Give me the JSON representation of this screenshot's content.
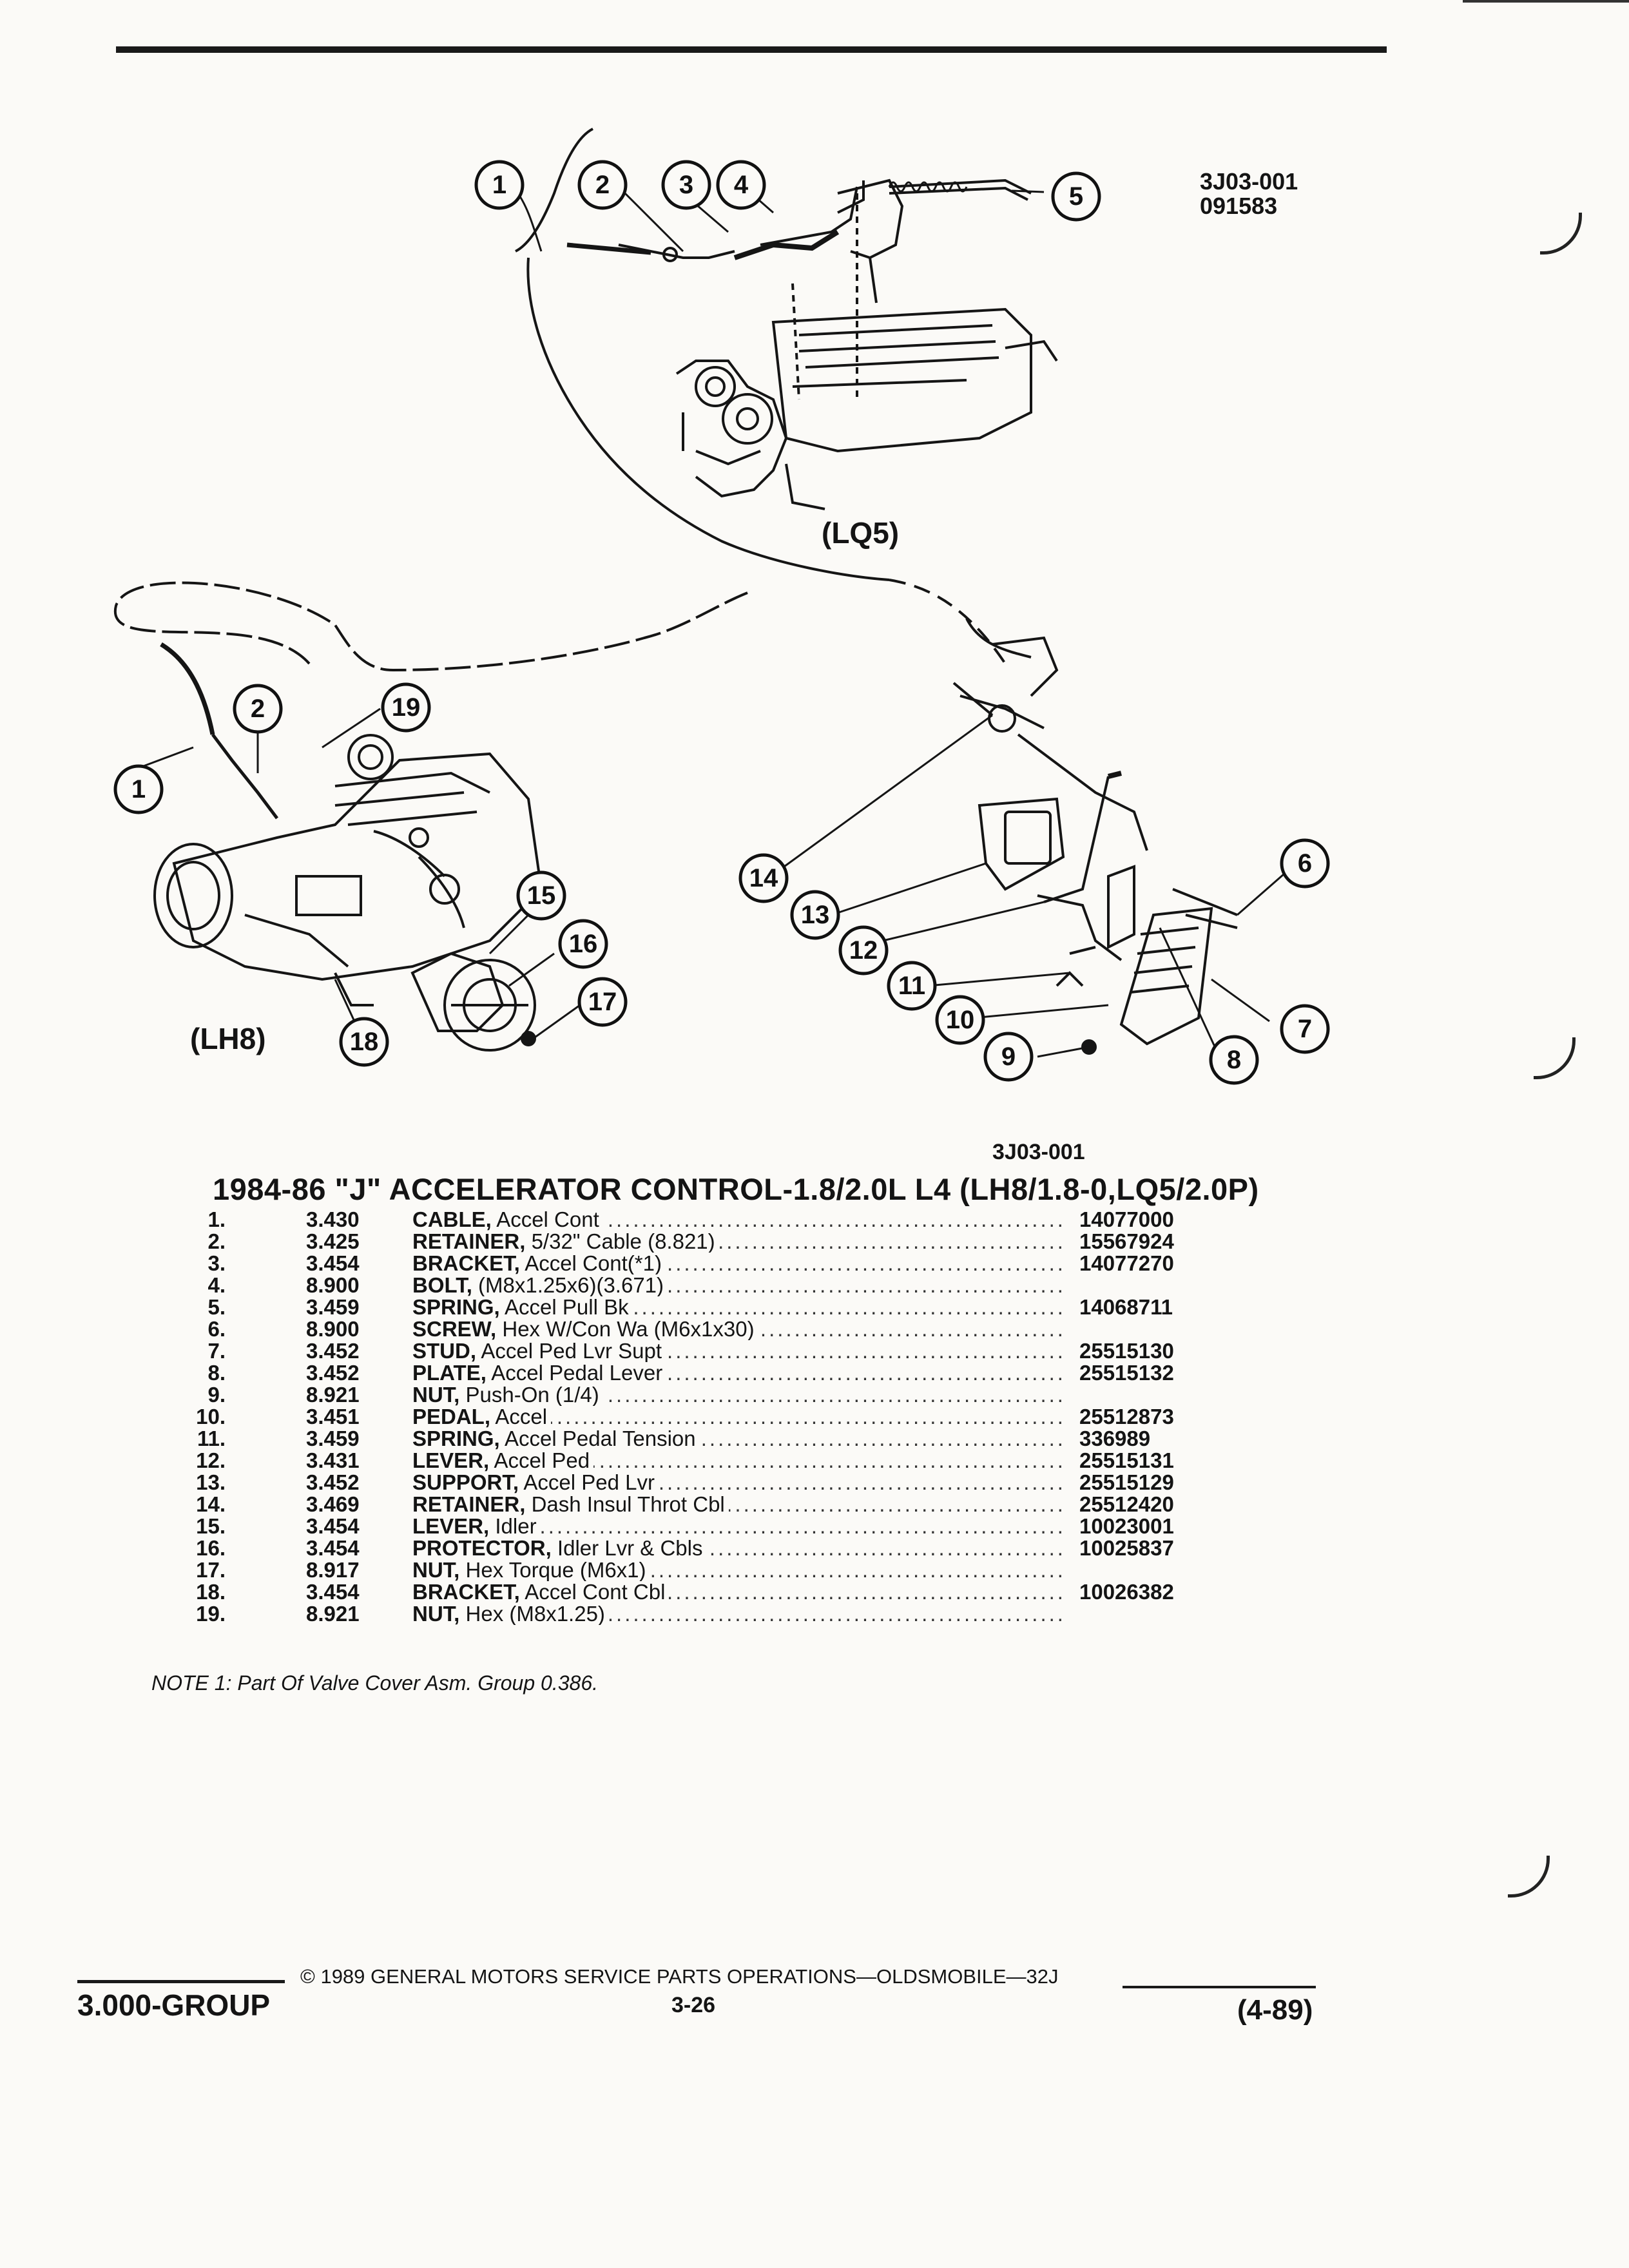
{
  "figure": {
    "code_top": "3J03-001",
    "date_code": "091583",
    "code_bottom": "3J03-001",
    "label_lq5": "(LQ5)",
    "label_lh8": "(LH8)",
    "callouts": [
      "1",
      "2",
      "3",
      "4",
      "5",
      "1",
      "2",
      "19",
      "14",
      "13",
      "12",
      "11",
      "10",
      "9",
      "15",
      "16",
      "17",
      "18",
      "6",
      "7",
      "8"
    ]
  },
  "section": {
    "title": "1984-86 \"J\" ACCELERATOR CONTROL-1.8/2.0L L4 (LH8/1.8-0,LQ5/2.0P)"
  },
  "parts": [
    {
      "num": "1.",
      "group": "3.430",
      "name": "CABLE,",
      "detail": " Accel Cont",
      "part": "14077000"
    },
    {
      "num": "2.",
      "group": "3.425",
      "name": "RETAINER,",
      "detail": " 5/32\" Cable (8.821)",
      "part": "15567924"
    },
    {
      "num": "3.",
      "group": "3.454",
      "name": "BRACKET,",
      "detail": " Accel Cont(*1)",
      "part": "14077270"
    },
    {
      "num": "4.",
      "group": "8.900",
      "name": "BOLT,",
      "detail": " (M8x1.25x6)(3.671)",
      "part": ""
    },
    {
      "num": "5.",
      "group": "3.459",
      "name": "SPRING,",
      "detail": " Accel Pull Bk",
      "part": "14068711"
    },
    {
      "num": "6.",
      "group": "8.900",
      "name": "SCREW,",
      "detail": " Hex W/Con Wa (M6x1x30)",
      "part": ""
    },
    {
      "num": "7.",
      "group": "3.452",
      "name": "STUD,",
      "detail": " Accel Ped Lvr Supt",
      "part": "25515130"
    },
    {
      "num": "8.",
      "group": "3.452",
      "name": "PLATE,",
      "detail": " Accel Pedal Lever",
      "part": "25515132"
    },
    {
      "num": "9.",
      "group": "8.921",
      "name": "NUT,",
      "detail": " Push-On (1/4)",
      "part": ""
    },
    {
      "num": "10.",
      "group": "3.451",
      "name": "PEDAL,",
      "detail": " Accel",
      "part": "25512873"
    },
    {
      "num": "11.",
      "group": "3.459",
      "name": "SPRING,",
      "detail": " Accel Pedal Tension",
      "part": "336989"
    },
    {
      "num": "12.",
      "group": "3.431",
      "name": "LEVER,",
      "detail": " Accel Ped",
      "part": "25515131"
    },
    {
      "num": "13.",
      "group": "3.452",
      "name": "SUPPORT,",
      "detail": " Accel Ped Lvr",
      "part": "25515129"
    },
    {
      "num": "14.",
      "group": "3.469",
      "name": "RETAINER,",
      "detail": " Dash Insul Throt Cbl",
      "part": "25512420"
    },
    {
      "num": "15.",
      "group": "3.454",
      "name": "LEVER,",
      "detail": " Idler",
      "part": "10023001"
    },
    {
      "num": "16.",
      "group": "3.454",
      "name": "PROTECTOR,",
      "detail": " Idler Lvr & Cbls",
      "part": "10025837"
    },
    {
      "num": "17.",
      "group": "8.917",
      "name": "NUT,",
      "detail": " Hex Torque (M6x1)",
      "part": ""
    },
    {
      "num": "18.",
      "group": "3.454",
      "name": "BRACKET,",
      "detail": " Accel Cont Cbl",
      "part": "10026382"
    },
    {
      "num": "19.",
      "group": "8.921",
      "name": "NUT,",
      "detail": " Hex (M8x1.25)",
      "part": ""
    }
  ],
  "note": "NOTE 1: Part Of Valve Cover Asm. Group 0.386.",
  "footer": {
    "group": "3.000-GROUP",
    "copyright": "© 1989 GENERAL MOTORS SERVICE PARTS OPERATIONS—OLDSMOBILE—32J",
    "page": "3-26",
    "date": "(4-89)"
  }
}
